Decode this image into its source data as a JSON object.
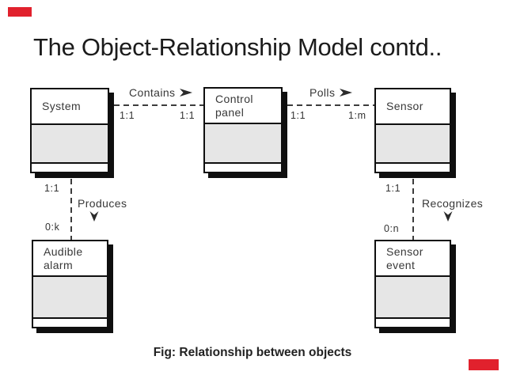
{
  "slide": {
    "title": "The Object-Relationship Model contd..",
    "caption": "Fig: Relationship between objects",
    "accent_color": "#e1212d"
  },
  "icons": {
    "right_arrowhead": "➤",
    "down_arrowhead": "⌄"
  },
  "diagram": {
    "boxes": {
      "system": {
        "label": "System"
      },
      "control_panel": {
        "label": "Control panel"
      },
      "sensor": {
        "label": "Sensor"
      },
      "audible_alarm": {
        "line1": "Audible",
        "line2": "alarm"
      },
      "sensor_event": {
        "line1": "Sensor",
        "line2": "event"
      }
    },
    "relationships": {
      "contains": {
        "label": "Contains",
        "direction": "right",
        "from_card": "1:1",
        "to_card": "1:1"
      },
      "polls": {
        "label": "Polls",
        "direction": "right",
        "from_card": "1:1",
        "to_card": "1:m"
      },
      "produces": {
        "label": "Produces",
        "direction": "down",
        "from_card": "1:1",
        "to_card": "0:k"
      },
      "recognizes": {
        "label": "Recognizes",
        "direction": "down",
        "from_card": "1:1",
        "to_card": "0:n"
      }
    }
  }
}
